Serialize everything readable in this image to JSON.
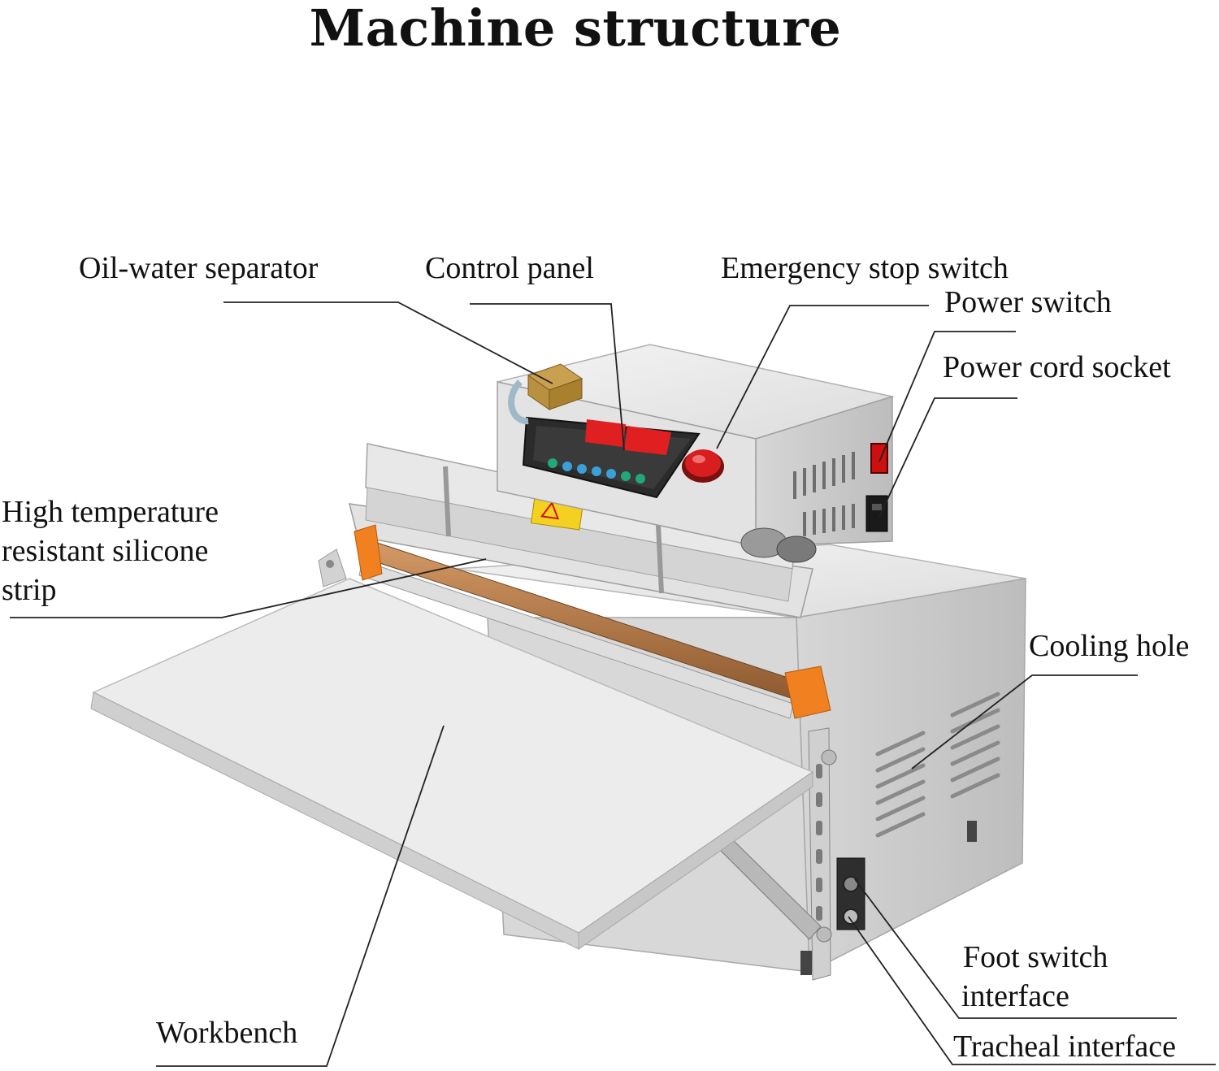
{
  "title": "Machine structure",
  "labels": {
    "oil_water_separator": "Oil-water separator",
    "control_panel": "Control panel",
    "emergency_stop_switch": "Emergency stop switch",
    "power_switch": "Power switch",
    "power_cord_socket": "Power cord socket",
    "silicone_strip_line1": "High temperature",
    "silicone_strip_line2": "resistant silicone",
    "silicone_strip_line3": "strip",
    "cooling_hole": "Cooling hole",
    "foot_switch_line1": "Foot switch",
    "foot_switch_line2": "interface",
    "tracheal_interface": "Tracheal interface",
    "workbench": "Workbench"
  },
  "colors": {
    "body": "#e7e7e7",
    "panel_dark": "#2b2b2b",
    "display_red": "#e02020",
    "emergency_red": "#d81e1e",
    "orange_end_cap": "#f08020",
    "copper_strip": "#b87a4a",
    "brass": "#c8a050",
    "warning_yellow": "#f4d020",
    "keypad_blue": "#3aa0d8",
    "keypad_green": "#20a878"
  }
}
